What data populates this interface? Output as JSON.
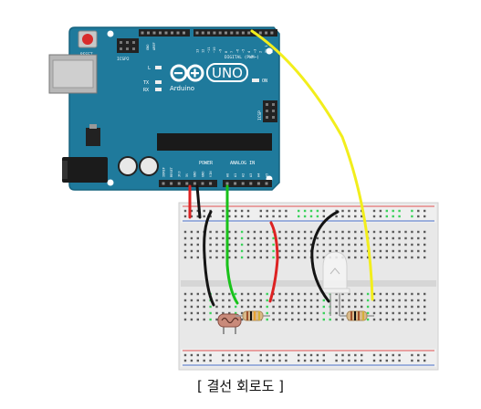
{
  "board": {
    "reset_label": "RESET",
    "icsp2_label": "ICSP2",
    "l_label": "L",
    "tx_label": "TX",
    "rx_label": "RX",
    "brand_text": "UNO",
    "brand_sub": "Arduino",
    "on_label": "ON",
    "icsp_label": "ICSP",
    "digital_label": "DIGITAL (PWM~)",
    "power_label": "POWER",
    "analog_label": "ANALOG IN",
    "aref_label": "AREF",
    "gnd_label": "GND",
    "digital_pins": [
      "13",
      "12",
      "~11",
      "~10",
      "~9",
      "8",
      "7",
      "~6",
      "~5",
      "4",
      "~3",
      "2",
      "TX 1",
      "RX 0"
    ],
    "power_pins": [
      "IOREF",
      "RESET",
      "3V3",
      "5V",
      "GND",
      "GND",
      "VIN"
    ],
    "analog_pins": [
      "A0",
      "A1",
      "A2",
      "A3",
      "A4",
      "A5"
    ]
  },
  "colors": {
    "board": "#1f7a9c",
    "board_edge": "#16637f",
    "wire_red": "#dd2222",
    "wire_black": "#141414",
    "wire_green": "#19c21a",
    "wire_yellow": "#f2ee1c",
    "rail_red": "#e05050",
    "rail_blue": "#4a6fc8",
    "hole": "#5a5a5a",
    "hole_green": "#3bd15b"
  },
  "caption": "[ 결선 회로도 ]"
}
